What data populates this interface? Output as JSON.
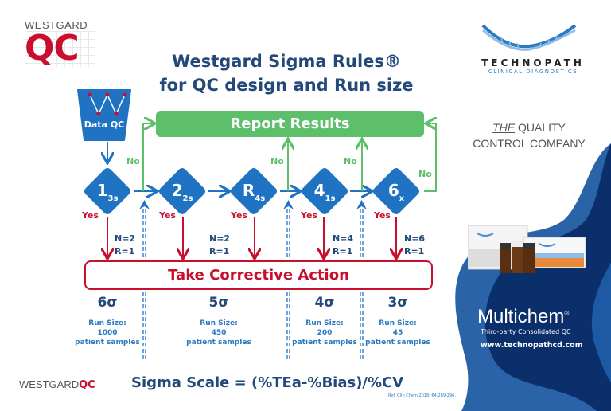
{
  "branding": {
    "westgard_word": "WESTGARD",
    "westgard_qc": "QC",
    "technopath_name": "TECHNOPATH",
    "technopath_sub": "CLINICAL DIAGNOSTICS",
    "tagline_the": "THE",
    "tagline_rest_1": " QUALITY",
    "tagline_rest_2": "CONTROL COMPANY",
    "footer_westgard": "WESTGARD",
    "footer_qc": "QC"
  },
  "title": {
    "line1": "Westgard Sigma Rules®",
    "line2": "for QC design and Run size"
  },
  "flow": {
    "start_label": "Data QC",
    "report_label": "Report Results",
    "corrective_label": "Take Corrective Action",
    "rules": [
      {
        "main": "1",
        "sub": "3s"
      },
      {
        "main": "2",
        "sub": "2s"
      },
      {
        "main": "R",
        "sub": "4s"
      },
      {
        "main": "4",
        "sub": "1s"
      },
      {
        "main": "6",
        "sub": "x"
      }
    ],
    "yes_label": "Yes",
    "no_label": "No",
    "nr": [
      {
        "n": "N=2",
        "r": "R=1"
      },
      {
        "n": "N=2",
        "r": "R=1"
      },
      {
        "n": "N=4",
        "r": "R=1"
      },
      {
        "n": "N=6",
        "r": "R=1"
      }
    ]
  },
  "sigma_levels": [
    {
      "sigma": "6σ",
      "run_label": "Run Size:",
      "run_value": "1000",
      "unit": "patient samples"
    },
    {
      "sigma": "5σ",
      "run_label": "Run Size:",
      "run_value": "450",
      "unit": "patient samples"
    },
    {
      "sigma": "4σ",
      "run_label": "Run Size:",
      "run_value": "200",
      "unit": "patient samples"
    },
    {
      "sigma": "3σ",
      "run_label": "Run Size:",
      "run_value": "45",
      "unit": "patient samples"
    }
  ],
  "formula": "Sigma Scale =  (%TEa-%Bias)/%CV",
  "reference": "Ref: Clin Chem 2018; 64:289-296.",
  "product": {
    "name": "Multichem",
    "mark": "®",
    "subtitle": "Third-party Consolidated QC",
    "url": "www.technopathcd.com"
  },
  "colors": {
    "navy": "#23497b",
    "blue": "#1f73c2",
    "red": "#c8102e",
    "green": "#5dbf6a",
    "dark_blue_bg": "#0b2f6b"
  }
}
